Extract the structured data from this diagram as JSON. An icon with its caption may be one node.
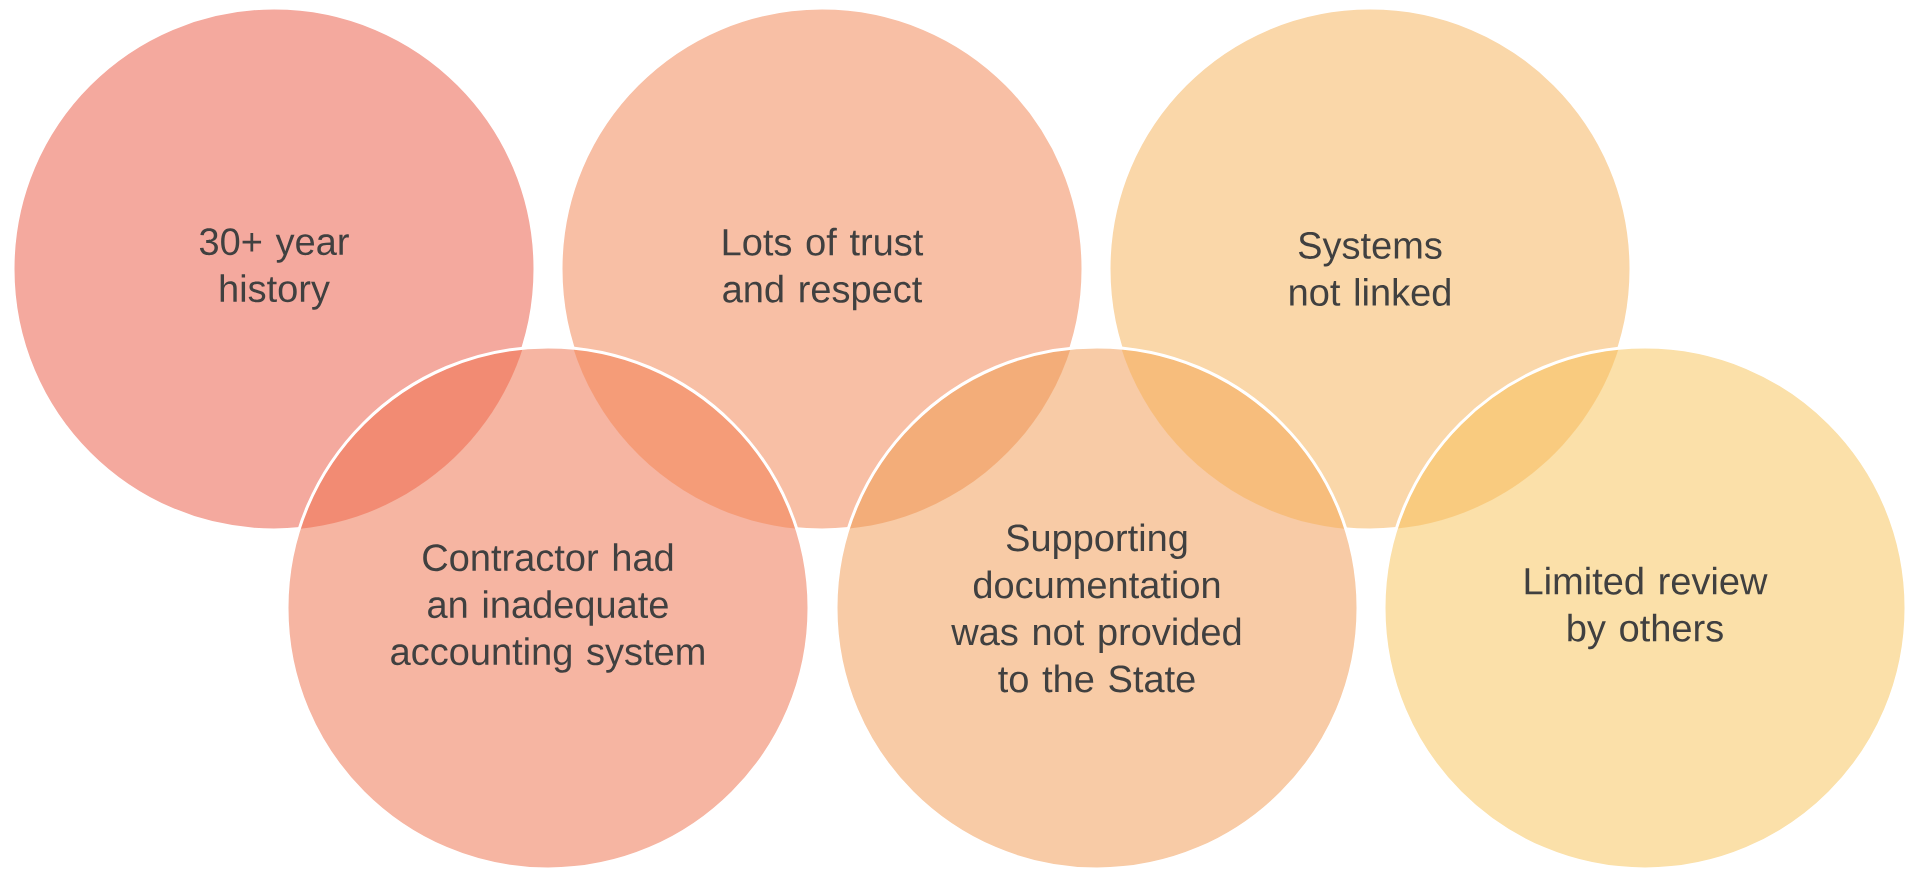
{
  "diagram": {
    "nodes": [
      {
        "text": [
          "30+ year history"
        ]
      },
      {
        "text": [
          "Lots of trust and respect"
        ]
      },
      {
        "text": [
          "Systems not linked"
        ]
      },
      {
        "text": [
          "Contractor had an inadequate accounting system"
        ]
      },
      {
        "text": [
          "Supporting documentation was not provided to the State"
        ]
      },
      {
        "text": [
          "Limited review by others"
        ]
      }
    ]
  }
}
